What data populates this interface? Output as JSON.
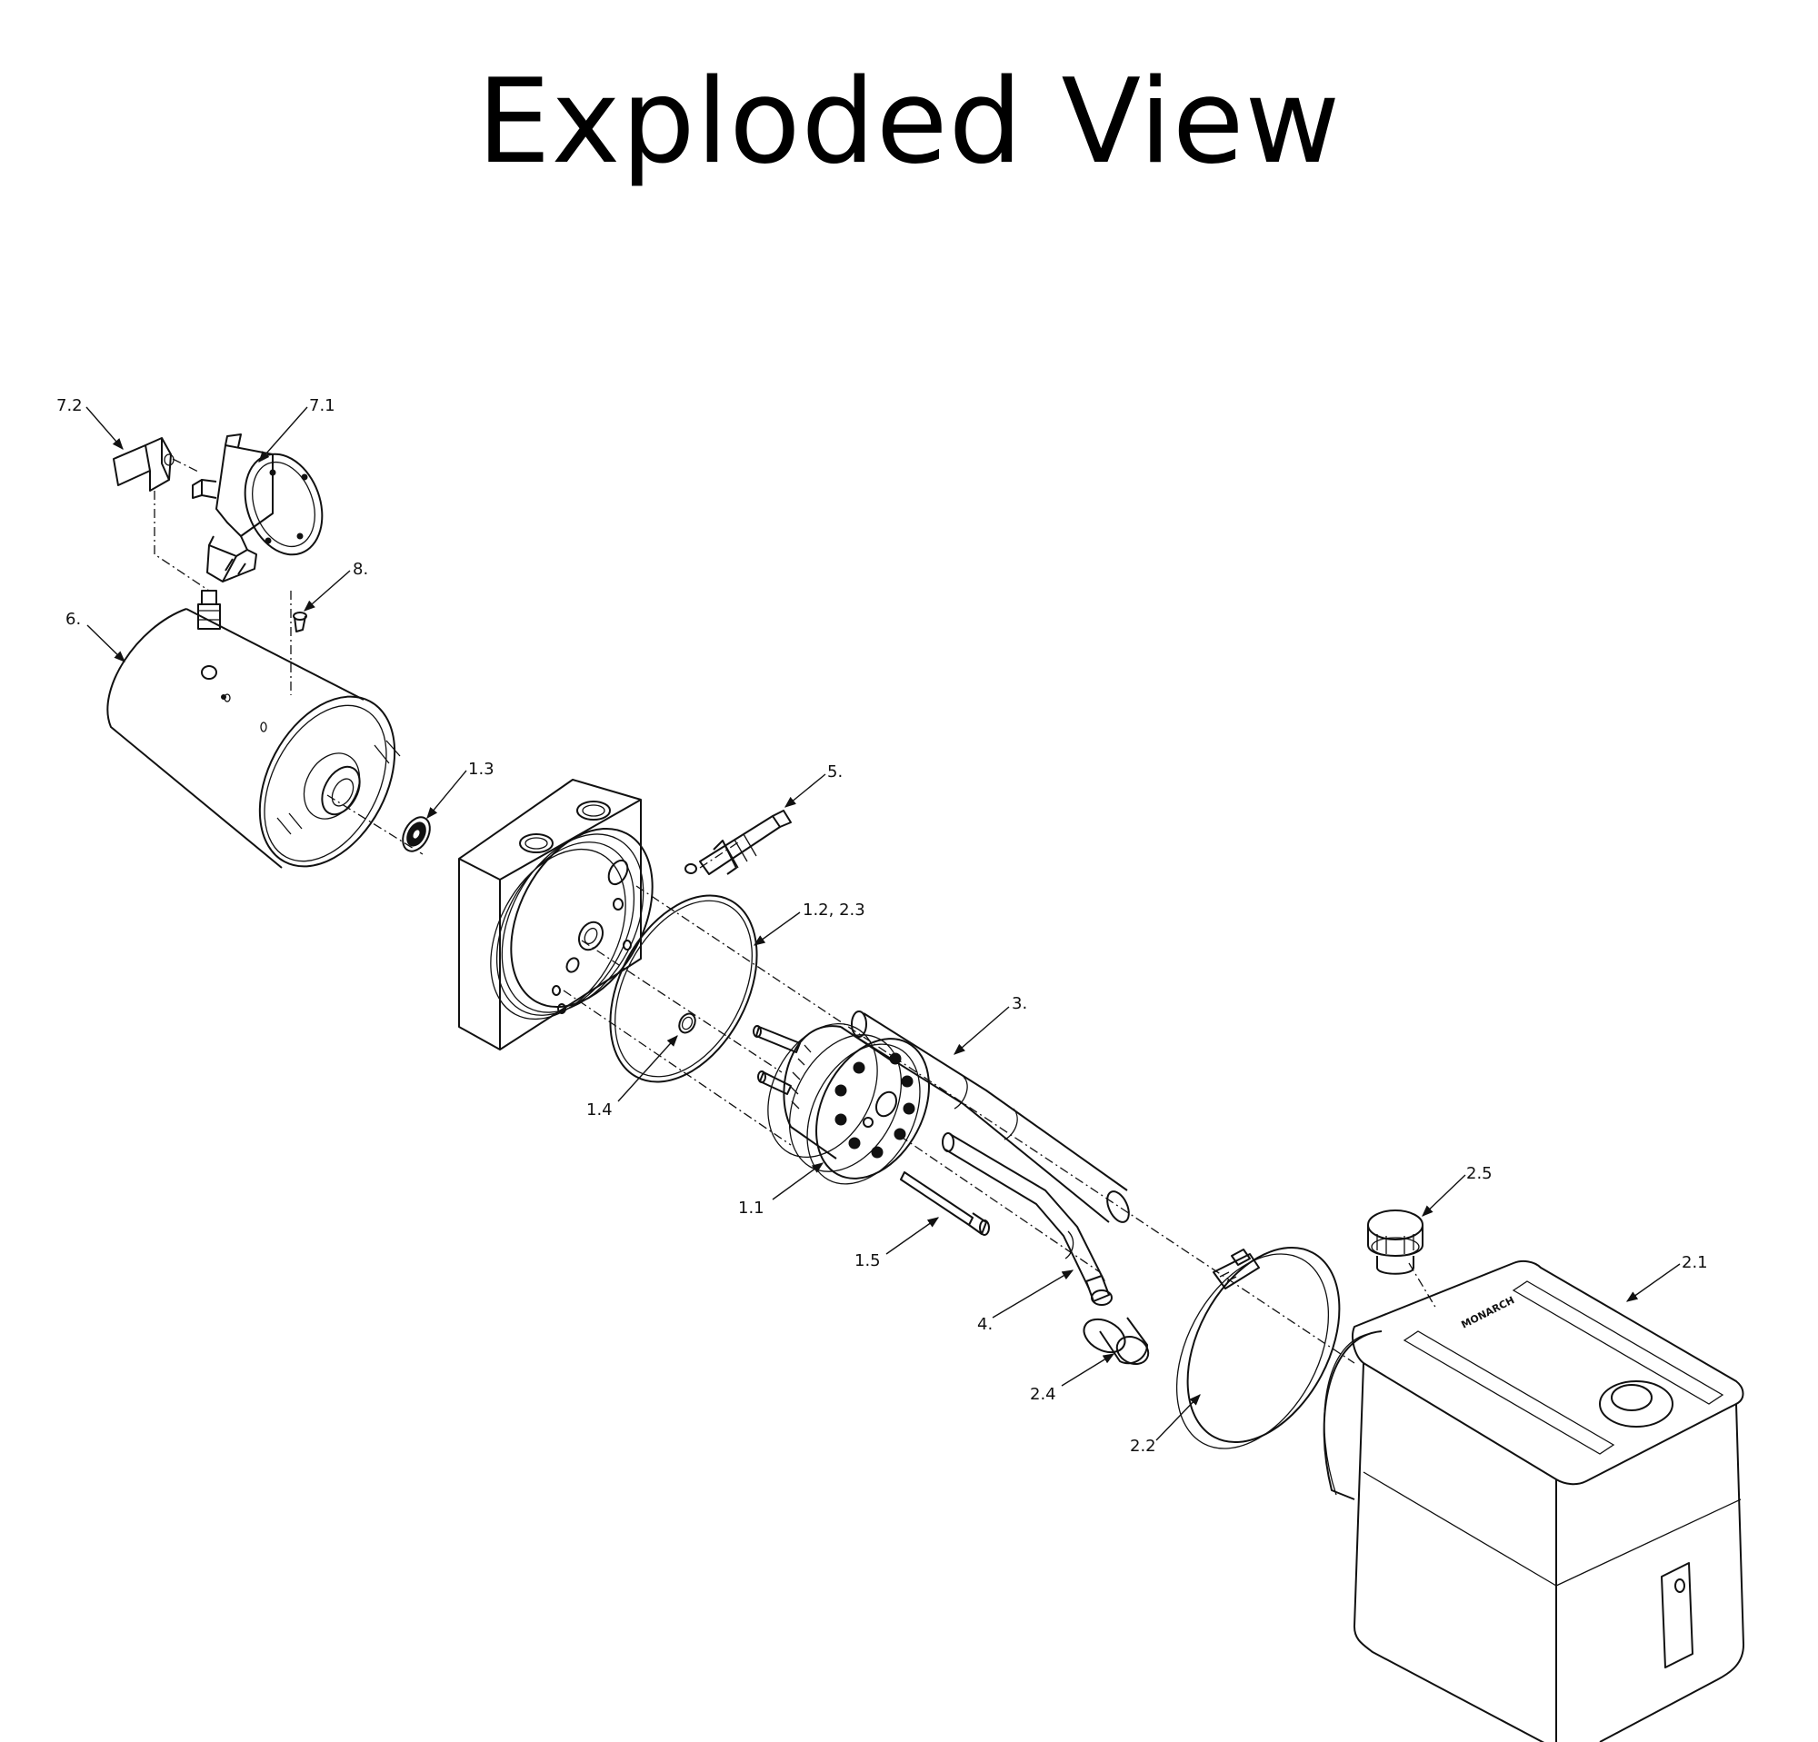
{
  "title": "Exploded View",
  "logo_text": "MONARCH",
  "callouts": {
    "c7_2": "7.2",
    "c7_1": "7.1",
    "c8": "8.",
    "c6": "6.",
    "c1_3": "1.3",
    "c5": "5.",
    "c1_2": "1.2, 2.3",
    "c3": "3.",
    "c1_4": "1.4",
    "c1_1": "1.1",
    "c1_5": "1.5",
    "c4": "4.",
    "c2_4": "2.4",
    "c2_2": "2.2",
    "c2_5": "2.5",
    "c2_1": "2.1"
  }
}
